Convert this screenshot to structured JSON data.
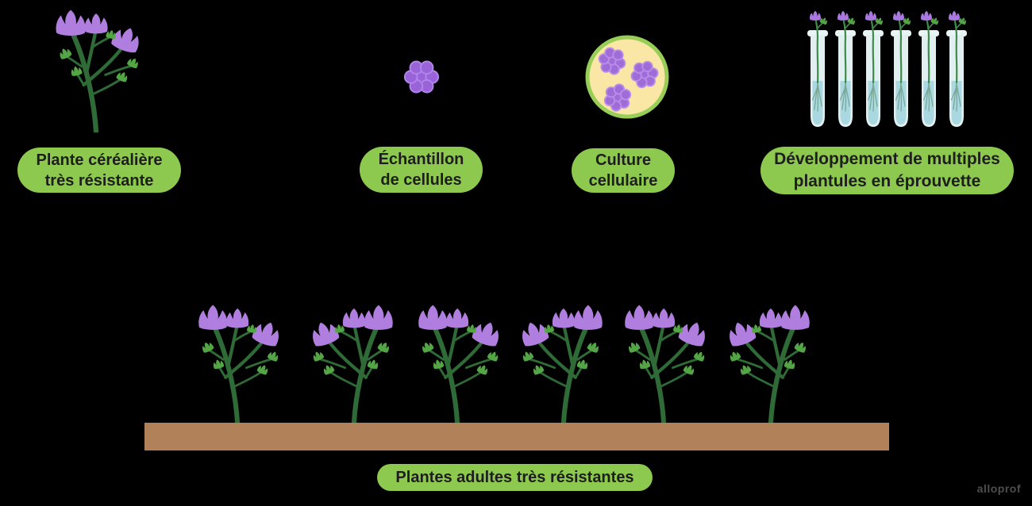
{
  "diagram_type": "plant cell culture / micropropagation steps",
  "steps": [
    {
      "id": "source-plant",
      "line1": "Plante céréalière",
      "line2": "très résistante"
    },
    {
      "id": "cell-sample",
      "line1": "Échantillon",
      "line2": "de cellules"
    },
    {
      "id": "cell-culture",
      "line1": "Culture",
      "line2": "cellulaire"
    },
    {
      "id": "plantlets",
      "line1": "Développement de multiples",
      "line2": "plantules en éprouvette"
    }
  ],
  "result_label": "Plantes adultes très résistantes",
  "watermark": "alloprof",
  "counts": {
    "test_tubes": 6,
    "adult_plants": 6,
    "cells_in_sample": 7,
    "cell_clusters_in_dish": 3
  },
  "colors": {
    "background": "#000000",
    "label_bg": "#8DC94E",
    "label_text": "#1E1E1E",
    "flower_purple": "#B07EDF",
    "cell_purple": "#9B63D9",
    "cell_outline_purple": "#AF85E7",
    "stem_dark_green": "#2E6B36",
    "leaf_green": "#54A546",
    "petri_fill": "#FAE7A6",
    "petri_ring": "#98CE58",
    "tube_glass": "#E4F1F2",
    "tube_liquid": "#A9D8E0",
    "root_teal": "#79A898",
    "soil_brown": "#B1815A",
    "watermark_gray": "#4E4E4E"
  }
}
